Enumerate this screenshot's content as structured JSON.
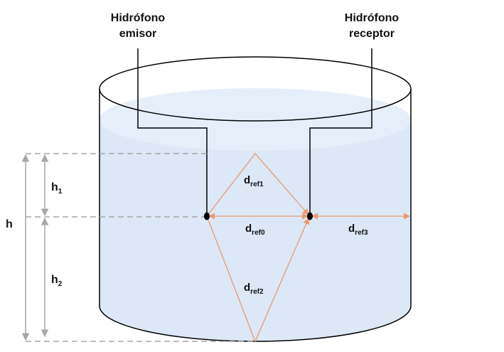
{
  "emitter": {
    "line1": "Hidrófono",
    "line2": "emisor"
  },
  "receiver": {
    "line1": "Hidrófono",
    "line2": "receptor"
  },
  "heights": {
    "total": "h",
    "upper": {
      "base": "h",
      "sub": "1"
    },
    "lower": {
      "base": "h",
      "sub": "2"
    }
  },
  "distances": {
    "ref1": {
      "base": "d",
      "sub": "ref1"
    },
    "ref0": {
      "base": "d",
      "sub": "ref0"
    },
    "ref2": {
      "base": "d",
      "sub": "ref2"
    },
    "ref3": {
      "base": "d",
      "sub": "ref3"
    }
  },
  "colors": {
    "water": "#dce8f5",
    "water_surface": "#e6eff9",
    "ray": "#e89a72",
    "dimension": "#a6a6a6",
    "outline": "#000000"
  }
}
